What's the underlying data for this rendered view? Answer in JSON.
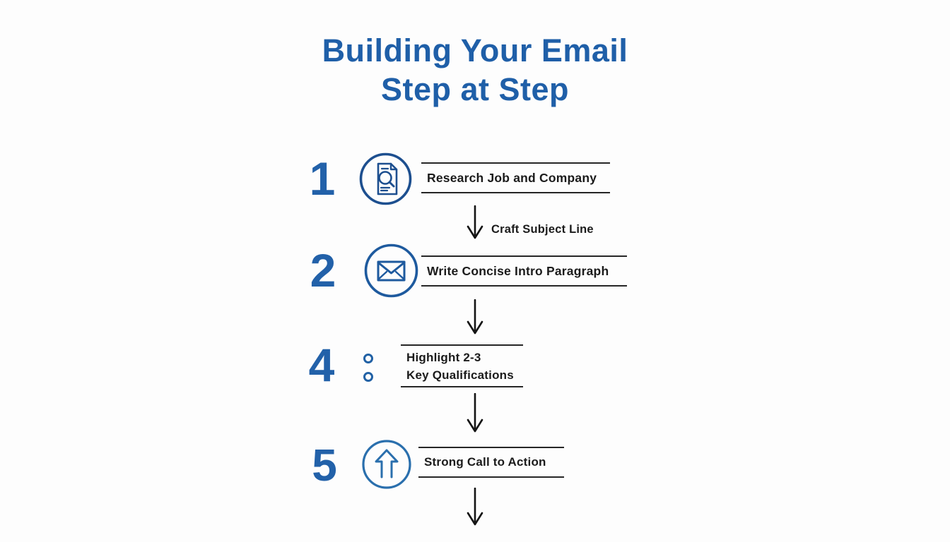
{
  "title": {
    "line1": "Building Your Email",
    "line2": "Step at Step"
  },
  "connector": {
    "label": "Craft Subject Line"
  },
  "steps": [
    {
      "number": "1",
      "icon": "document-search-icon",
      "label": "Research Job and Company"
    },
    {
      "number": "2",
      "icon": "envelope-icon",
      "label": "Write Concise Intro Paragraph"
    },
    {
      "number": "4",
      "icon": "bullet-rings-icon",
      "label_line1": "Highlight 2-3",
      "label_line2": "Key Qualifications"
    },
    {
      "number": "5",
      "icon": "up-arrow-icon",
      "label": "Strong Call to Action"
    }
  ],
  "colors": {
    "accent_blue": "#1f5fa8",
    "number_blue": "#2261a9",
    "icon_blue": "#1e5a9e",
    "text_dark": "#1b1b1b"
  }
}
